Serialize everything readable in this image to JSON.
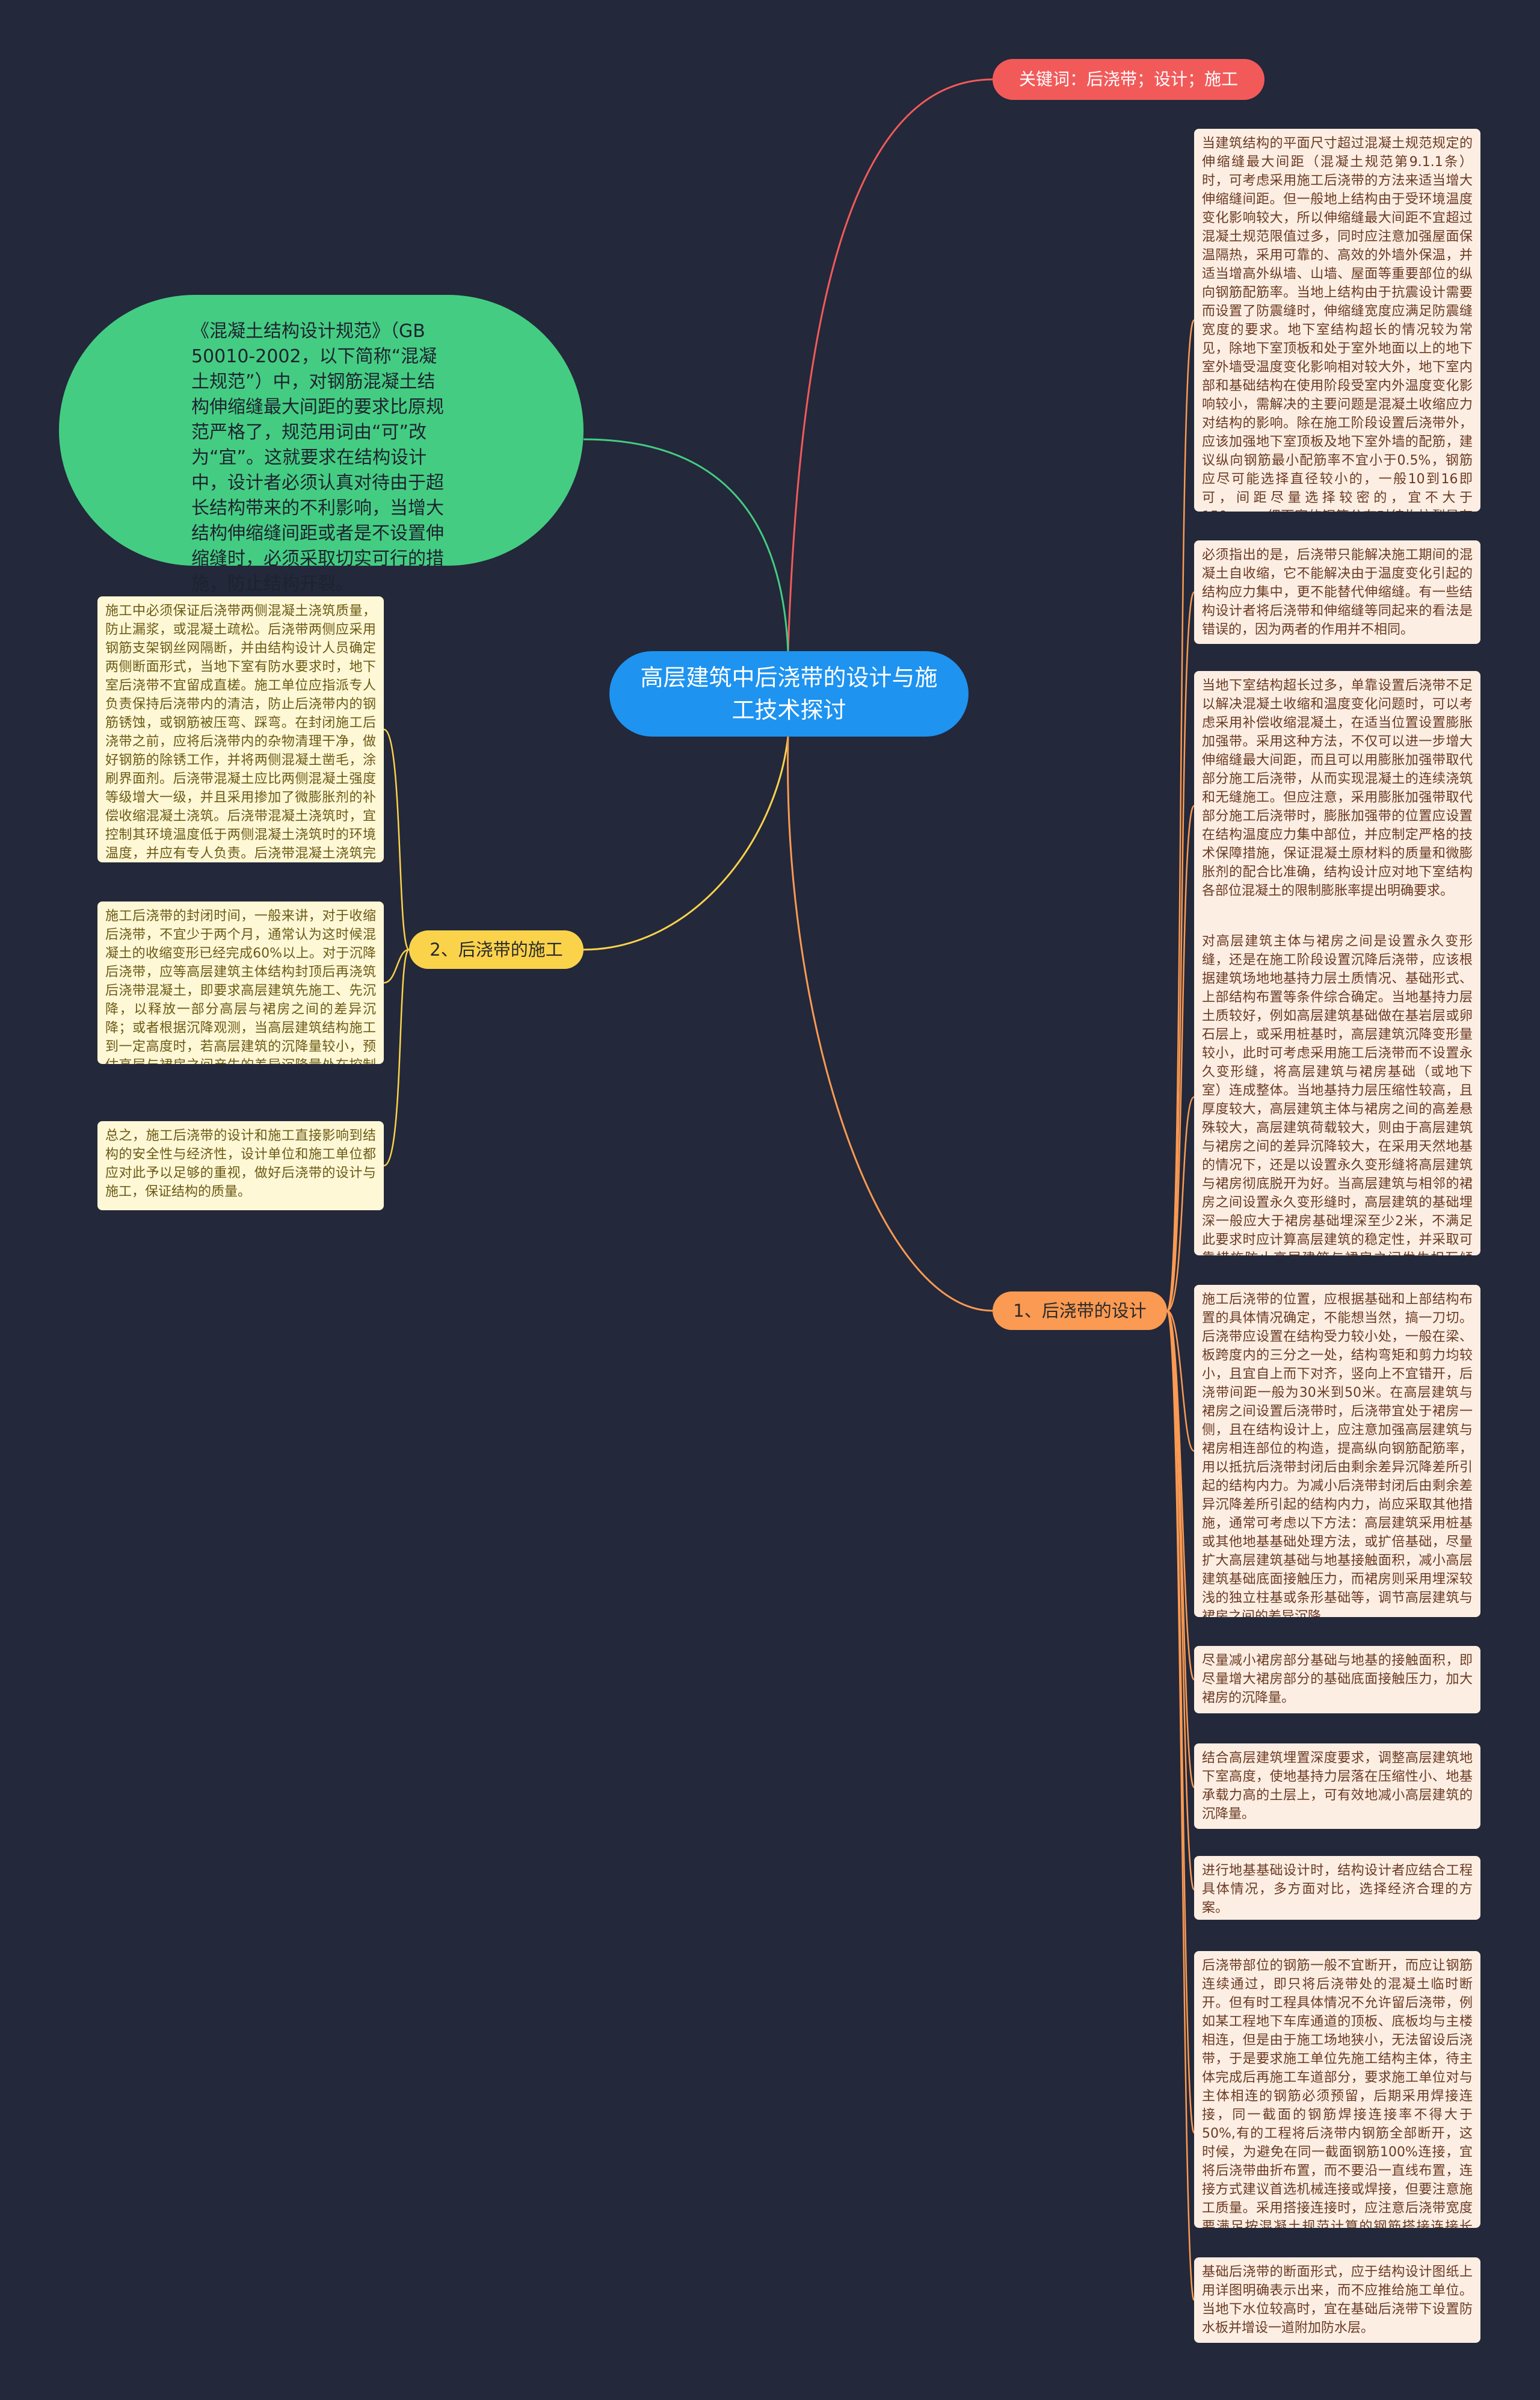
{
  "center": {
    "title": "高层建筑中后浇带的设计与施工技术探讨"
  },
  "keywords": {
    "text": "关键词：后浇带；设计；施工"
  },
  "intro": {
    "text": "《混凝土结构设计规范》（GB 50010-2002，以下简称“混凝土规范”）中，对钢筋混凝土结构伸缩缝最大间距的要求比原规范严格了，规范用词由“可”改为“宜”。这就要求在结构设计中，设计者必须认真对待由于超长结构带来的不利影响，当增大结构伸缩缝间距或者是不设置伸缩缝时，必须采取切实可行的措施，防止结构开裂。"
  },
  "branch_construction": {
    "label": "2、后浇带的施工",
    "items": [
      "施工中必须保证后浇带两侧混凝土浇筑质量，防止漏浆，或混凝土疏松。后浇带两侧应采用钢筋支架钢丝网隔断，并由结构设计人员确定两侧断面形式，当地下室有防水要求时，地下室后浇带不宜留成直槎。施工单位应指派专人负责保持后浇带内的清洁，防止后浇带内的钢筋锈蚀，或钢筋被压弯、踩弯。在封闭施工后浇带之前，应将后浇带内的杂物清理干净，做好钢筋的除锈工作，并将两侧混凝土凿毛，涂刷界面剂。后浇带混凝土应比两侧混凝土强度等级增大一级，并且采用掺加了微膨胀剂的补偿收缩混凝土浇筑。后浇带混凝土浇筑时，宜控制其环境温度低于两侧混凝土浇筑时的环境温度，并应有专人负责。后浇带混凝土浇筑完毕后，应注意做好养护工作。",
      "施工后浇带的封闭时间，一般来讲，对于收缩后浇带，不宜少于两个月，通常认为这时候混凝土的收缩变形已经完成60%以上。对于沉降后浇带，应等高层建筑主体结构封顶后再浇筑后浇带混凝土，即要求高层建筑先施工、先沉降，以释放一部分高层与裙房之间的差异沉降；或者根据沉降观测，当高层建筑结构施工到一定高度时，若高层建筑的沉降量较小，预估高层与裙房之间产生的差异沉降量处在控制范围之内时，亦可以提前浇筑后浇带混凝土。",
      "总之，施工后浇带的设计和施工直接影响到结构的安全性与经济性，设计单位和施工单位都应对此予以足够的重视，做好后浇带的设计与施工，保证结构的质量。"
    ]
  },
  "branch_design": {
    "label": "1、后浇带的设计",
    "items": [
      "当建筑结构的平面尺寸超过混凝土规范规定的伸缩缝最大间距（混凝土规范第9.1.1条）时，可考虑采用施工后浇带的方法来适当增大伸缩缝间距。但一般地上结构由于受环境温度变化影响较大，所以伸缩缝最大间距不宜超过混凝土规范限值过多，同时应注意加强屋面保温隔热，采用可靠的、高效的外墙外保温，并适当增高外纵墙、山墙、屋面等重要部位的纵向钢筋配筋率。当地上结构由于抗震设计需要而设置了防震缝时，伸缩缝宽度应满足防震缝宽度的要求。地下室结构超长的情况较为常见，除地下室顶板和处于室外地面以上的地下室外墙受温度变化影响相对较大外，地下室内部和基础结构在使用阶段受室内外温度变化影响较小，需解决的主要问题是混凝土收缩应力对结构的影响。除在施工阶段设置后浇带外，应该加强地下室顶板及地下室外墙的配筋，建议纵向钢筋最小配筋率不宜小于0.5%，钢筋应尽可能选择直径较小的，一般10到16即可，间距尽量选择较密的，宜不大于150mm，细而密的钢筋分布对结构抗裂是有利的。",
      "必须指出的是，后浇带只能解决施工期间的混凝土自收缩，它不能解决由于温度变化引起的结构应力集中，更不能替代伸缩缝。有一些结构设计者将后浇带和伸缩缝等同起来的看法是错误的，因为两者的作用并不相同。",
      "当地下室结构超长过多，单靠设置后浇带不足以解决混凝土收缩和温度变化问题时，可以考虑采用补偿收缩混凝土，在适当位置设置膨胀加强带。采用这种方法，不仅可以进一步增大伸缩缝最大间距，而且可以用膨胀加强带取代部分施工后浇带，从而实现混凝土的连续浇筑和无缝施工。但应注意，采用膨胀加强带取代部分施工后浇带时，膨胀加强带的位置应设置在结构温度应力集中部位，并应制定严格的技术保障措施，保证混凝土原材料的质量和微膨胀剂的配合比准确，结构设计应对地下室结构各部位混凝土的限制膨胀率提出明确要求。",
      "对高层建筑主体与裙房之间是设置永久变形缝，还是在施工阶段设置沉降后浇带，应该根据建筑场地地基持力层土质情况、基础形式、上部结构布置等条件综合确定。当地基持力层土质较好，例如高层建筑基础做在基岩层或卵石层上，或采用桩基时，高层建筑沉降变形量较小，此时可考虑采用施工后浇带而不设置永久变形缝，将高层建筑与裙房基础（或地下室）连成整体。当地基持力层压缩性较高，且厚度较大，高层建筑主体与裙房之间的高差悬殊较大，高层建筑荷载较大，则由于高层建筑与裙房之间的差异沉降较大，在采用天然地基的情况下，还是以设置永久变形缝将高层建筑与裙房彻底脱开为好。当高层建筑与相邻的裙房之间设置永久变形缝时，高层建筑的基础埋深一般应大于裙房基础埋深至少2米，不满足此要求时应计算高层建筑的稳定性，并采取可靠措施防止高层建筑与裙房之间发生相互倾斜。",
      "施工后浇带的位置，应根据基础和上部结构布置的具体情况确定，不能想当然，搞一刀切。后浇带应设置在结构受力较小处，一般在梁、板跨度内的三分之一处，结构弯矩和剪力均较小，且宜自上而下对齐，竖向上不宜错开，后浇带间距一般为30米到50米。在高层建筑与裙房之间设置后浇带时，后浇带宜处于裙房一侧，且在结构设计上，应注意加强高层建筑与裙房相连部位的构造，提高纵向钢筋配筋率，用以抵抗后浇带封闭后由剩余差异沉降差所引起的结构内力。为减小后浇带封闭后由剩余差异沉降差所引起的结构内力，尚应采取其他措施，通常可考虑以下方法：高层建筑采用桩基或其他地基基础处理方法，或扩倍基础，尽量扩大高层建筑基础与地基接触面积，减小高层建筑基础底面接触压力，而裙房则采用埋深较浅的独立柱基或条形基础等，调节高层建筑与裙房之间的差异沉降。",
      "尽量减小裙房部分基础与地基的接触面积，即尽量增大裙房部分的基础底面接触压力，加大裙房的沉降量。",
      "结合高层建筑埋置深度要求，调整高层建筑地下室高度，使地基持力层落在压缩性小、地基承载力高的土层上，可有效地减小高层建筑的沉降量。",
      "进行地基基础设计时，结构设计者应结合工程具体情况，多方面对比，选择经济合理的方案。",
      "后浇带部位的钢筋一般不宜断开，而应让钢筋连续通过，即只将后浇带处的混凝土临时断开。但有时工程具体情况不允许留后浇带，例如某工程地下车库通道的顶板、底板均与主楼相连，但是由于施工场地狭小，无法留设后浇带，于是要求施工单位先施工结构主体，待主体完成后再施工车道部分，要求施工单位对与主体相连的钢筋必须预留，后期采用焊接连接，同一截面的钢筋焊接连接率不得大于50%,有的工程将后浇带内钢筋全部断开，这时候，为避免在同一截面钢筋100%连接，宜将后浇带曲折布置，而不要沿一直线布置，连接方式建议首选机械连接或焊接，但要注意施工质量。采用搭接连接时，应注意后浇带宽度要满足按混凝土规范计算的钢筋搭接连接长度。",
      "基础后浇带的断面形式，应于结构设计图纸上用详图明确表示出来，而不应推给施工单位。当地下水位较高时，宜在基础后浇带下设置防水板并增设一道附加防水层。"
    ]
  },
  "colors": {
    "background": "#23283a",
    "center": "#1e93f0",
    "keyword": "#f25a5a",
    "intro": "#44cd82",
    "construction": "#fbd34b",
    "design": "#fb9a52"
  }
}
